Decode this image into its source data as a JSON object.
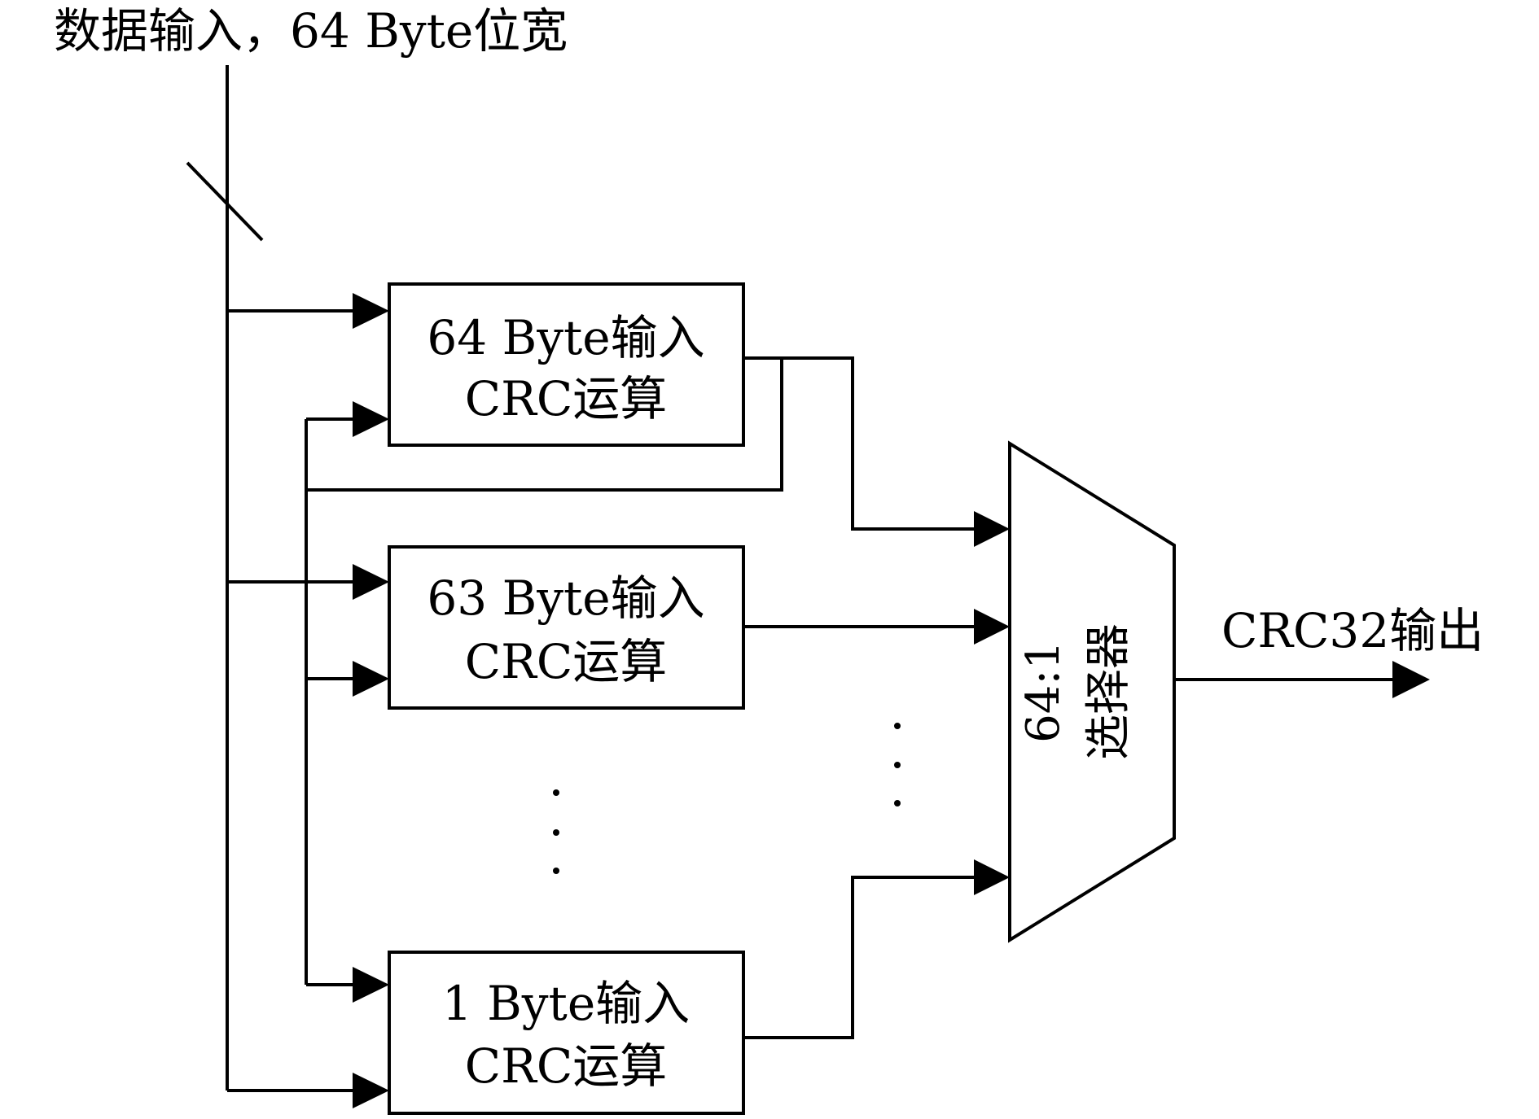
{
  "input_label": "数据输入，64 Byte位宽",
  "blocks": [
    {
      "line1": "64 Byte输入",
      "line2": "CRC运算"
    },
    {
      "line1": "63 Byte输入",
      "line2": "CRC运算"
    },
    {
      "line1": "1 Byte输入",
      "line2": "CRC运算"
    }
  ],
  "mux": {
    "line1": "64:1",
    "line2": "选择器"
  },
  "output_label": "CRC32输出",
  "colors": {
    "stroke": "#000000",
    "background": "#ffffff"
  }
}
